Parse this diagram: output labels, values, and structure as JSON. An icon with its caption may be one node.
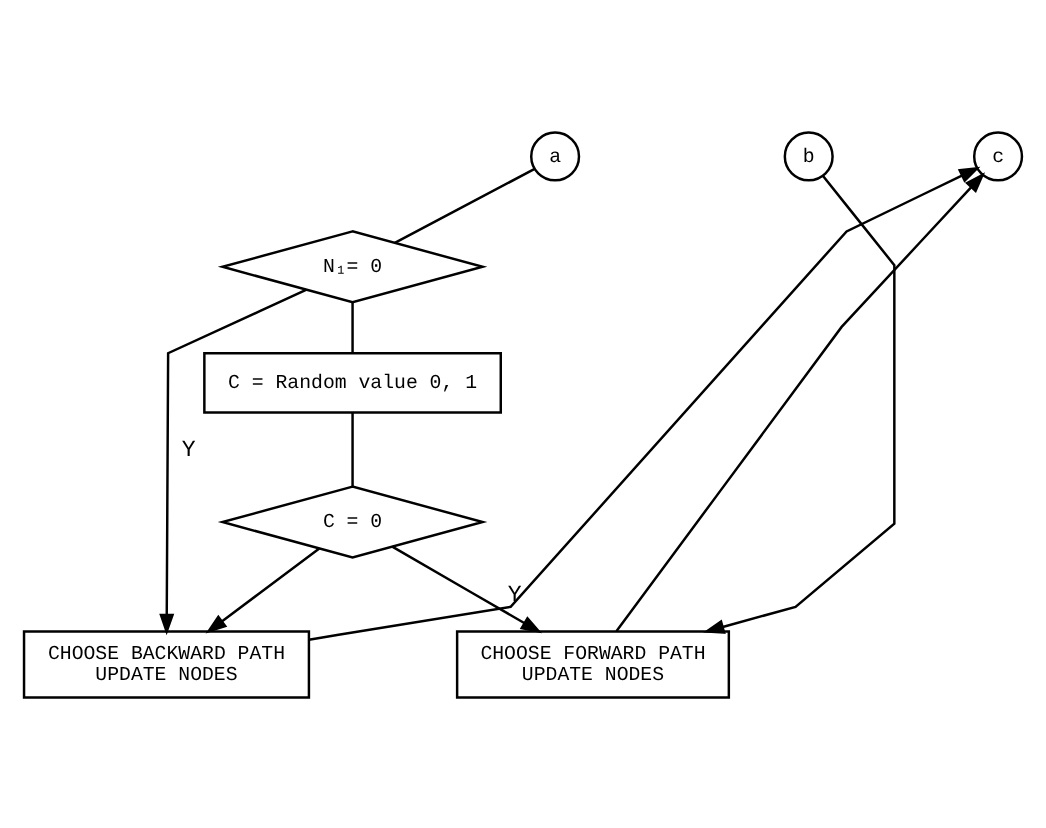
{
  "diagram": {
    "nodes": [
      {
        "text": [
          "a"
        ]
      },
      {
        "text": [
          "b"
        ]
      },
      {
        "text": [
          "c"
        ]
      },
      {
        "text": [
          "N₁= 0"
        ]
      },
      {
        "text": [
          "C = Random value 0, 1"
        ]
      },
      {
        "text": [
          "C = 0"
        ]
      },
      {
        "text": [
          "CHOOSE BACKWARD PATH",
          "UPDATE NODES"
        ]
      },
      {
        "text": [
          "CHOOSE FORWARD PATH",
          "UPDATE NODES"
        ]
      }
    ],
    "edges": [
      {
        "from": 0,
        "to": 3,
        "arrow": "none"
      },
      {
        "from": 3,
        "to": 6,
        "arrow": "to",
        "label": "Y"
      },
      {
        "from": 3,
        "to": 4,
        "arrow": "none"
      },
      {
        "from": 4,
        "to": 5,
        "arrow": "none"
      },
      {
        "from": 5,
        "to": 6,
        "arrow": "to"
      },
      {
        "from": 5,
        "to": 7,
        "arrow": "to",
        "label": "Y"
      },
      {
        "from": 1,
        "to": 7,
        "arrow": "to"
      },
      {
        "from": 6,
        "to": 2,
        "arrow": "to"
      },
      {
        "from": 7,
        "to": 2,
        "arrow": "to"
      }
    ]
  }
}
